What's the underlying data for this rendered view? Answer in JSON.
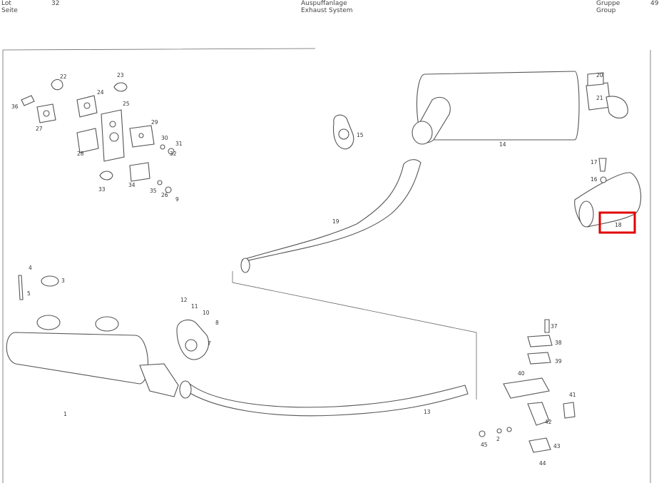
{
  "header": {
    "left_top": "Lot",
    "left_bottom": "Seite",
    "page_number": "32",
    "center_top": "Auspuffanlage",
    "center_bottom": "Exhaust System",
    "right_top": "Gruppe",
    "right_bottom": "Group",
    "right_number": "49"
  },
  "callouts": {
    "c1": "1",
    "c2": "2",
    "c3": "3",
    "c4": "4",
    "c5": "5",
    "c7": "7",
    "c8": "8",
    "c9": "9",
    "c10": "10",
    "c11": "11",
    "c12": "12",
    "c13": "13",
    "c14": "14",
    "c15": "15",
    "c16": "16",
    "c17": "17",
    "c18": "18",
    "c19": "19",
    "c20": "20",
    "c21": "21",
    "c22": "22",
    "c23": "23",
    "c24": "24",
    "c25": "25",
    "c26": "26",
    "c27": "27",
    "c28": "28",
    "c29": "29",
    "c30": "30",
    "c31": "31",
    "c32": "32",
    "c33": "33",
    "c34": "34",
    "c35": "35",
    "c36": "36",
    "c37": "37",
    "c38": "38",
    "c39": "39",
    "c40": "40",
    "c41": "41",
    "c42": "42",
    "c43": "43",
    "c44": "44",
    "c45": "45"
  },
  "highlight_color": "#e00000"
}
